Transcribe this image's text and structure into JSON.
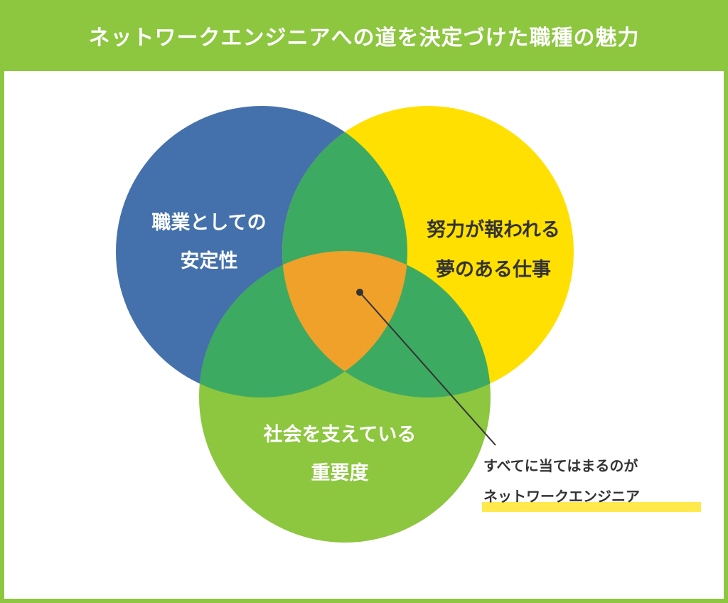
{
  "title": "ネットワークエンジニアへの道を決定づけた職種の魅力",
  "circles": {
    "left": {
      "line1": "職業としての",
      "line2": "安定性",
      "color": "#4471ab"
    },
    "right": {
      "line1": "努力が報われる",
      "line2": "夢のある仕事",
      "color": "#ffe000"
    },
    "bottom": {
      "line1": "社会を支えている",
      "line2": "重要度",
      "color": "#8dc63f"
    }
  },
  "overlap_color": "#3daa62",
  "center_color": "#f0a12a",
  "callout": {
    "line1": "すべてに当てはまるのが",
    "line2": "ネットワークエンジニア",
    "highlight_color": "#ffe94d"
  }
}
